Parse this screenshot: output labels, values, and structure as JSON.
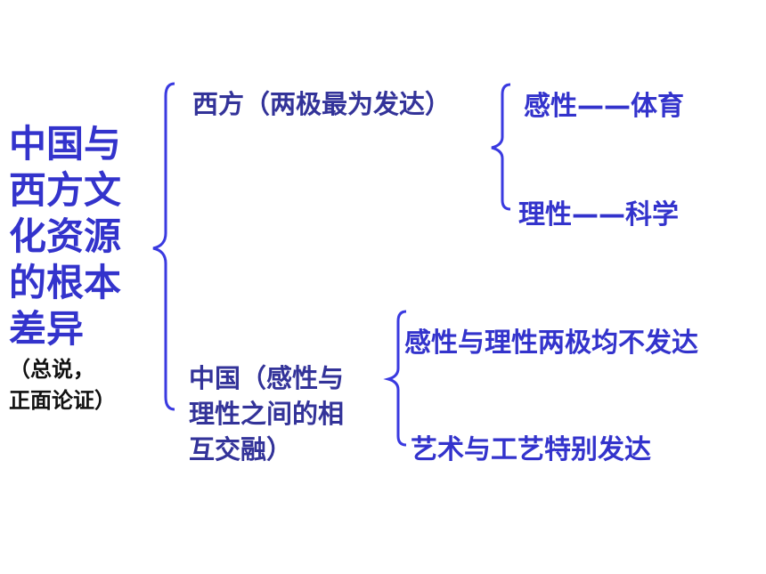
{
  "title_lines": [
    "中国与",
    "西方文",
    "化资源",
    "的根本",
    "差异"
  ],
  "subtitle_lines": [
    "（总说，",
    "正面论证）"
  ],
  "west": {
    "label": "西方（两极最为发达）",
    "items": [
      "感性——体育",
      "理性——科学"
    ]
  },
  "china": {
    "label_lines": [
      "中国（感性与",
      "理性之间的相",
      "互交融）"
    ],
    "items": [
      "感性与理性两极均不发达",
      "艺术与工艺特别发达"
    ]
  },
  "colors": {
    "title": "#3333cc",
    "branch_label": "#333399",
    "leaf": "#3333cc",
    "brace": "#3a3ae0",
    "subtitle": "#111111"
  }
}
